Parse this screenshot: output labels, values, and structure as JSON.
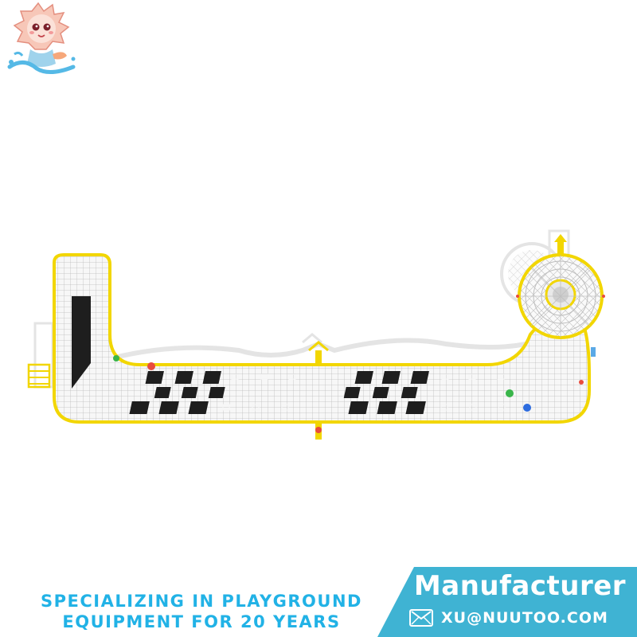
{
  "brand": {
    "logo_icon": "mascot-logo-icon",
    "accent_blue": "#21b2e6",
    "banner_teal": "#3fb3d3"
  },
  "product": {
    "frame_color": "#f2d600",
    "net_color": "#d9d9d9",
    "pad_color": "#1e1e1e"
  },
  "banner": {
    "tagline_line1": "SPECIALIZING IN PLAYGROUND",
    "tagline_line2": "EQUIPMENT FOR 20 YEARS",
    "manufacturer": "Manufacturer",
    "email_icon": "mail-icon",
    "email": "XU@NUUTOO.COM"
  }
}
